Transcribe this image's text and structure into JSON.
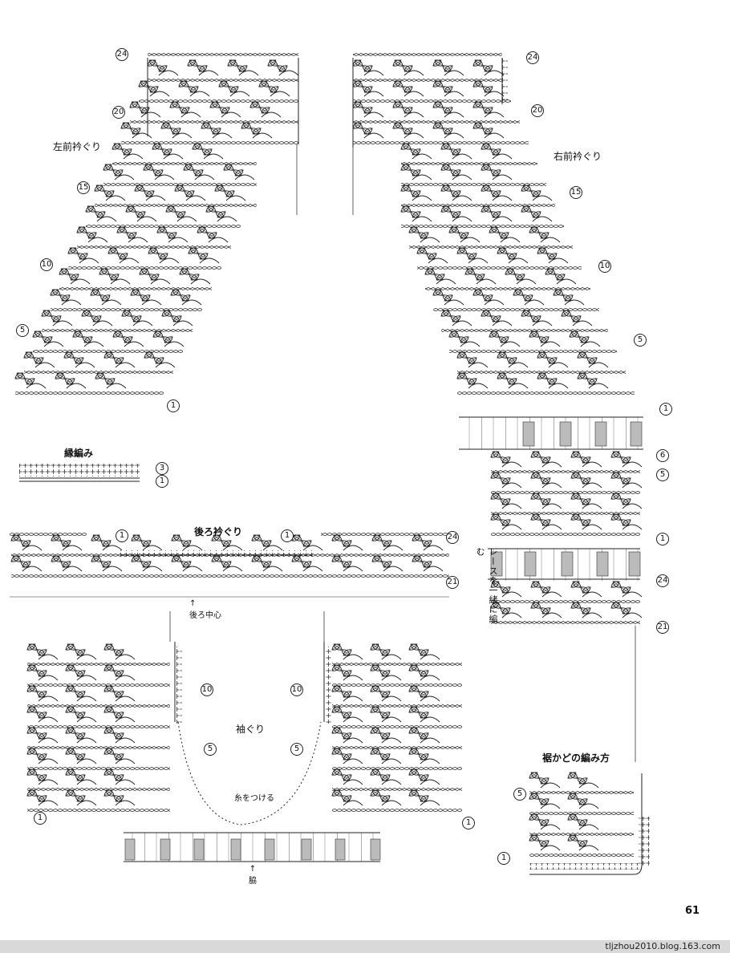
{
  "labels": {
    "left_front_neck": "左前衿ぐり",
    "right_front_neck": "右前衿ぐり",
    "edging": "縁編み",
    "back_neck": "後ろ衿ぐり",
    "back_center": "後ろ中心",
    "armhole": "袖ぐり",
    "attach_yarn": "糸をつける",
    "side": "脇",
    "hem_corner": "裾かどの編み方",
    "lace_together": "レースを一緒に編む"
  },
  "row_numbers": {
    "r1": "1",
    "r3": "3",
    "r5": "5",
    "r6": "6",
    "r10": "10",
    "r15": "15",
    "r20": "20",
    "r21": "21",
    "r24": "24"
  },
  "page_number": "61",
  "source_text": "tljzhou2010.blog.163.com"
}
